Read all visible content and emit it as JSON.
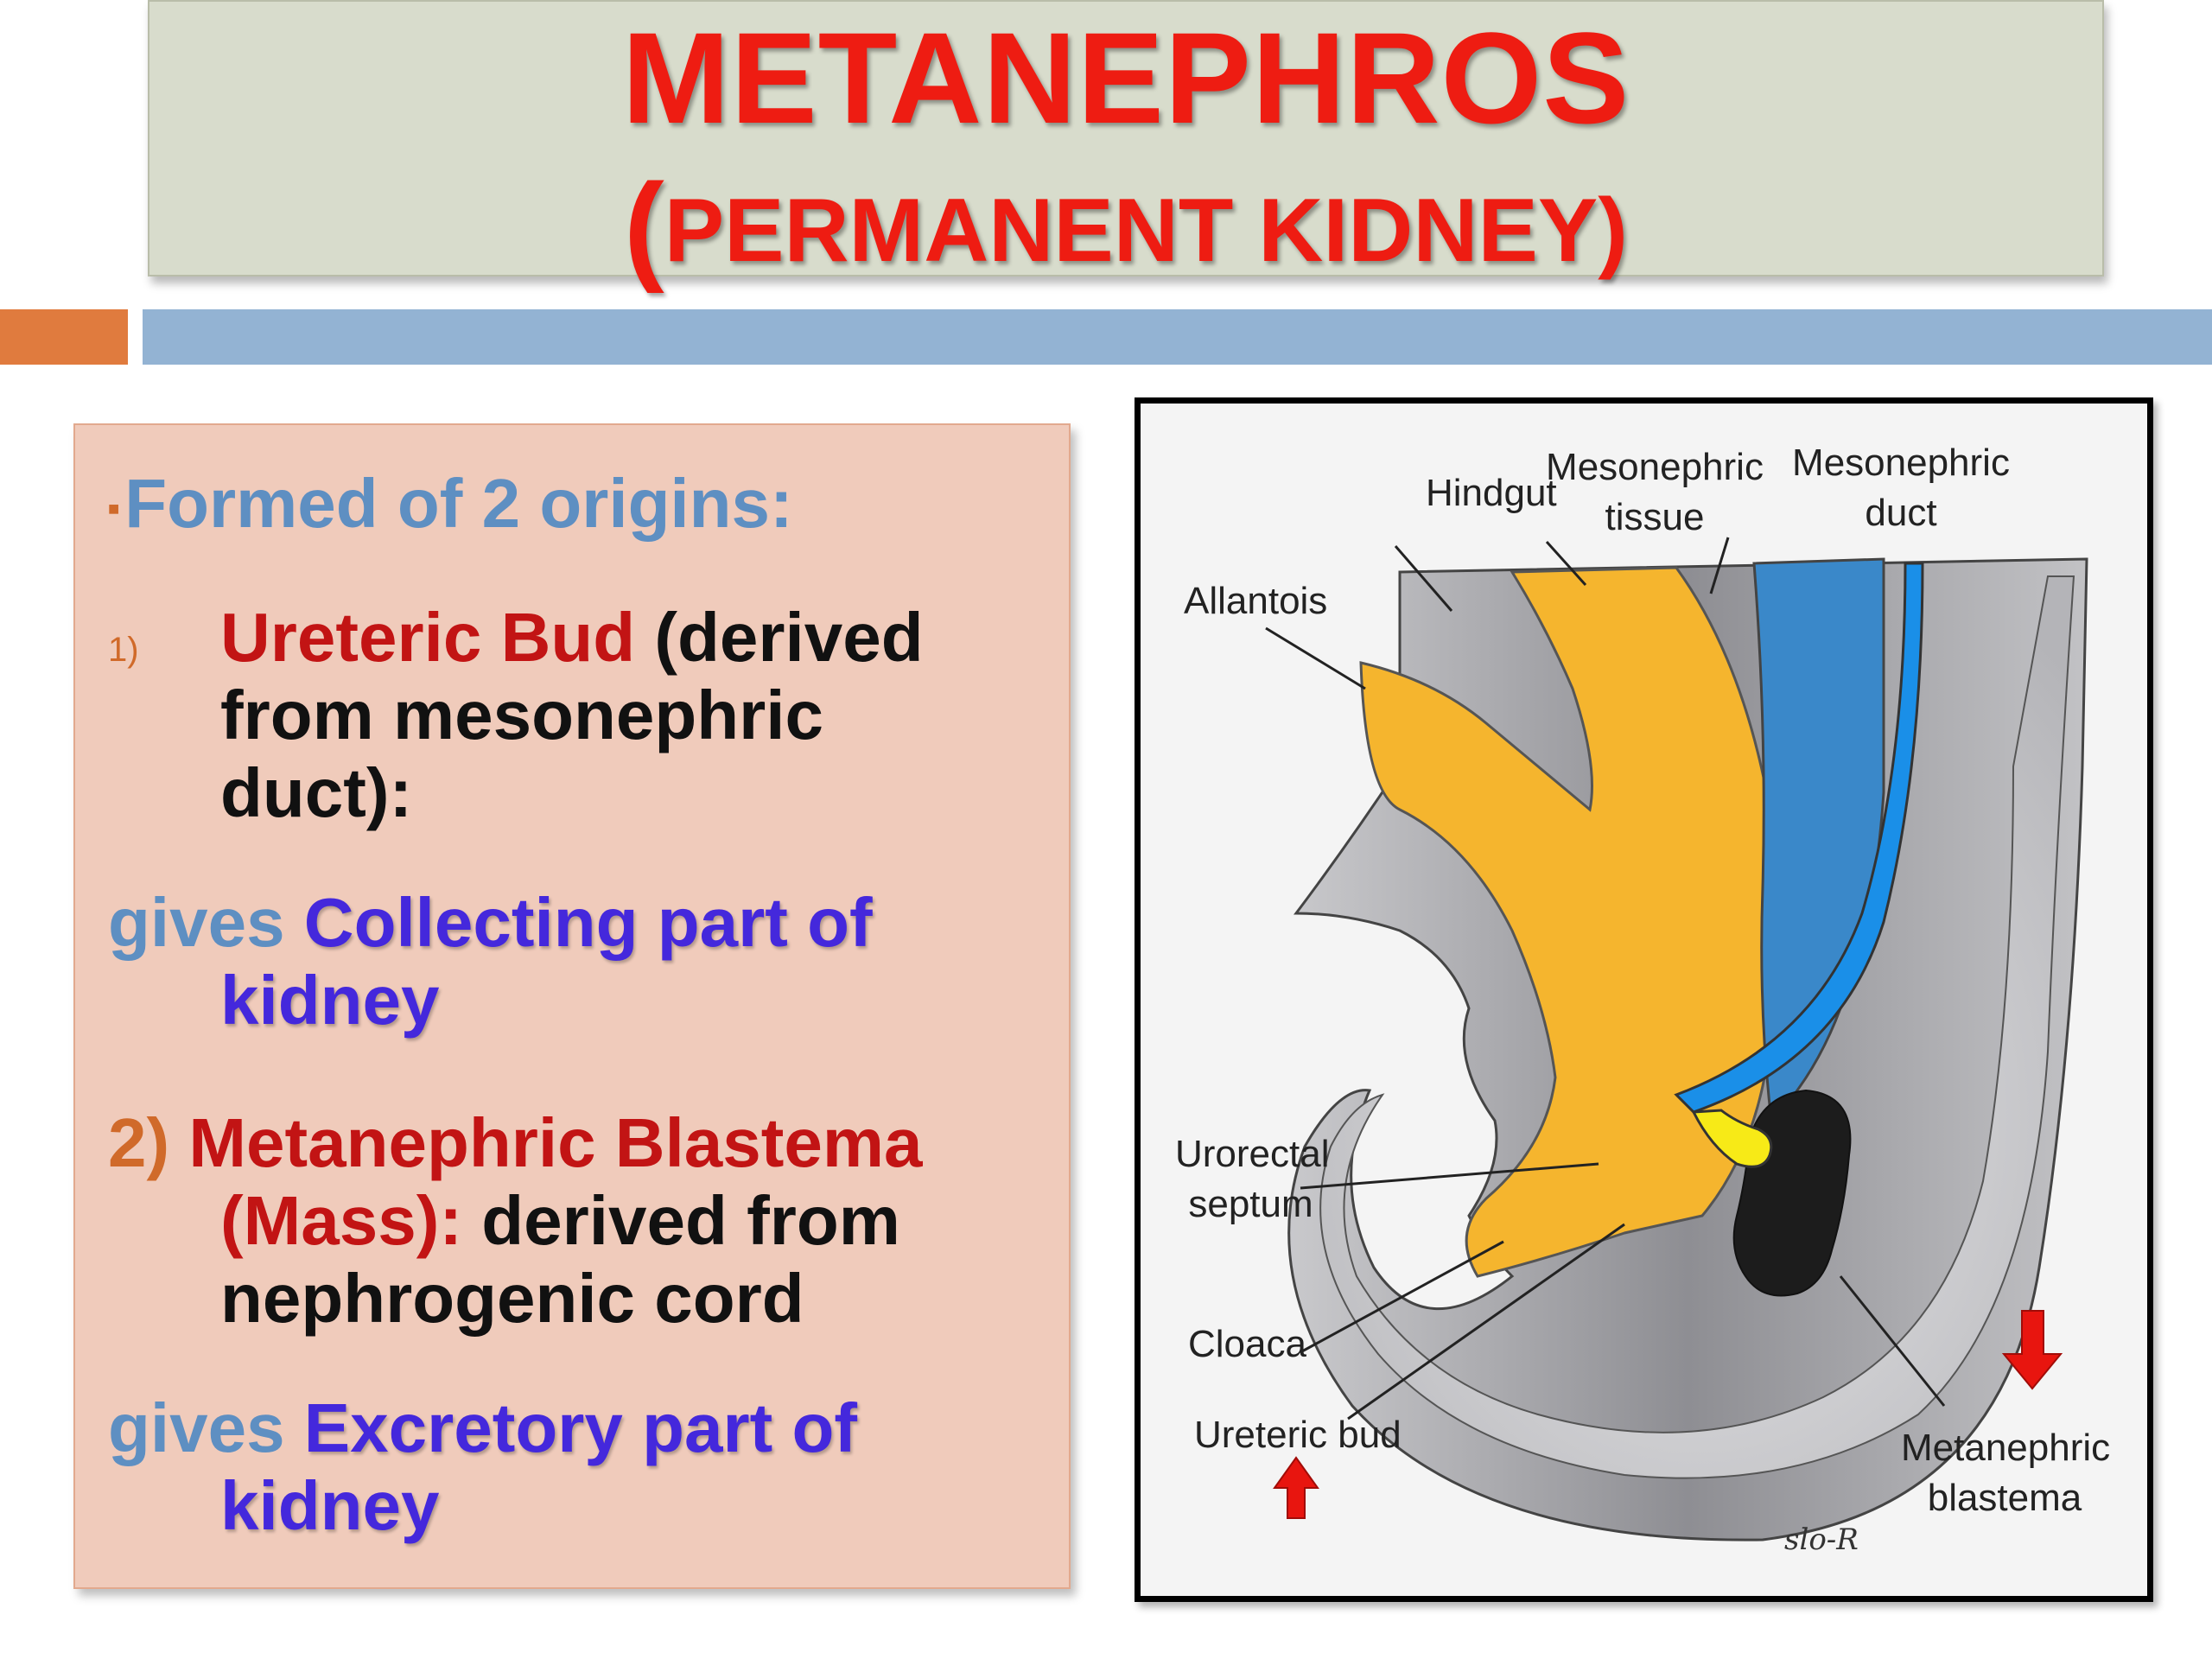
{
  "title": {
    "line1": "METANEPHROS",
    "line2_open": "(",
    "line2_text": "PERMANENT KIDNEY",
    "line2_close": ")"
  },
  "colors": {
    "title_red": "#ee1c12",
    "title_box": "#d8dccc",
    "accent_orange": "#e07b3e",
    "accent_blue": "#93b3d3",
    "text_box": "#f0cbbb",
    "heading_blue": "#5e8fc2",
    "term_red": "#c21414",
    "highlight_purple": "#4428dc",
    "number_orange": "#d06a2a",
    "diagram_yellow": "#f5b52e",
    "diagram_blue": "#2c8ed8",
    "diagram_gray": "#9e9ea3",
    "arrow_red": "#e8150f"
  },
  "text": {
    "heading": "Formed of 2 origins:",
    "item1_number": "1)",
    "item1_term": "Ureteric Bud",
    "item1_rest_a": " (derived",
    "item1_line2": "from mesonephric",
    "item1_line3": "duct):",
    "gives1_word": "gives ",
    "gives1_highlight": "Collecting",
    "gives1_rest": " part of",
    "gives1_line2": "kidney",
    "item2_number": "2) ",
    "item2_term": "Metanephric Blastema",
    "item2_term2": "(Mass):",
    "item2_rest": " derived from",
    "item2_line3": "nephrogenic cord",
    "gives2_word": "gives ",
    "gives2_highlight": "Excretory",
    "gives2_rest": " part of",
    "gives2_line2": "kidney"
  },
  "diagram": {
    "labels": {
      "hindgut": "Hindgut",
      "mesonephric_tissue_1": "Mesonephric",
      "mesonephric_tissue_2": "tissue",
      "mesonephric_duct_1": "Mesonephric",
      "mesonephric_duct_2": "duct",
      "allantois": "Allantois",
      "urorectal_1": "Urorectal",
      "urorectal_2": "septum",
      "cloaca": "Cloaca",
      "ureteric_bud": "Ureteric bud",
      "metanephric_1": "Metanephric",
      "metanephric_2": "blastema",
      "signature": "slo-R"
    },
    "arrows": [
      "up-arrow-ureteric-bud",
      "down-arrow-metanephric-blastema"
    ]
  }
}
